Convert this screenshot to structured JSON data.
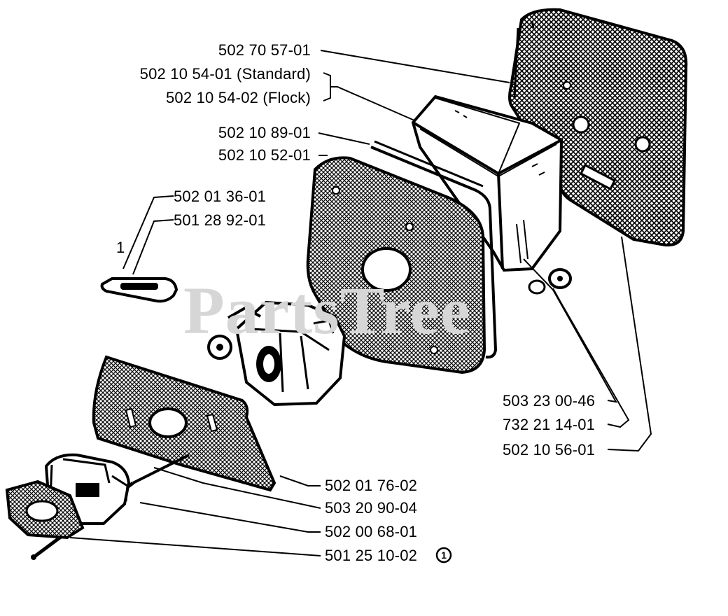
{
  "watermark": {
    "text": "PartsTree"
  },
  "labels": [
    {
      "id": "p1",
      "text": "502 70 57-01"
    },
    {
      "id": "p2",
      "text": "502 10 54-01 (Standard)"
    },
    {
      "id": "p3",
      "text": "502 10 54-02 (Flock)"
    },
    {
      "id": "p4",
      "text": "502 10 89-01"
    },
    {
      "id": "p5",
      "text": "502 10 52-01"
    },
    {
      "id": "p6",
      "text": "502 01 36-01"
    },
    {
      "id": "p7",
      "text": "501 28 92-01"
    },
    {
      "id": "p8",
      "text": "503 23 00-46"
    },
    {
      "id": "p9",
      "text": "732 21 14-01"
    },
    {
      "id": "p10",
      "text": "502 10 56-01"
    },
    {
      "id": "p11",
      "text": "502 01 76-02"
    },
    {
      "id": "p12",
      "text": "503 20 90-04"
    },
    {
      "id": "p13",
      "text": "502 00 68-01"
    },
    {
      "id": "p14",
      "text": "501 25 10-02"
    }
  ],
  "callout_mark": {
    "symbol": "1"
  },
  "leader_mark": {
    "text": "1"
  }
}
